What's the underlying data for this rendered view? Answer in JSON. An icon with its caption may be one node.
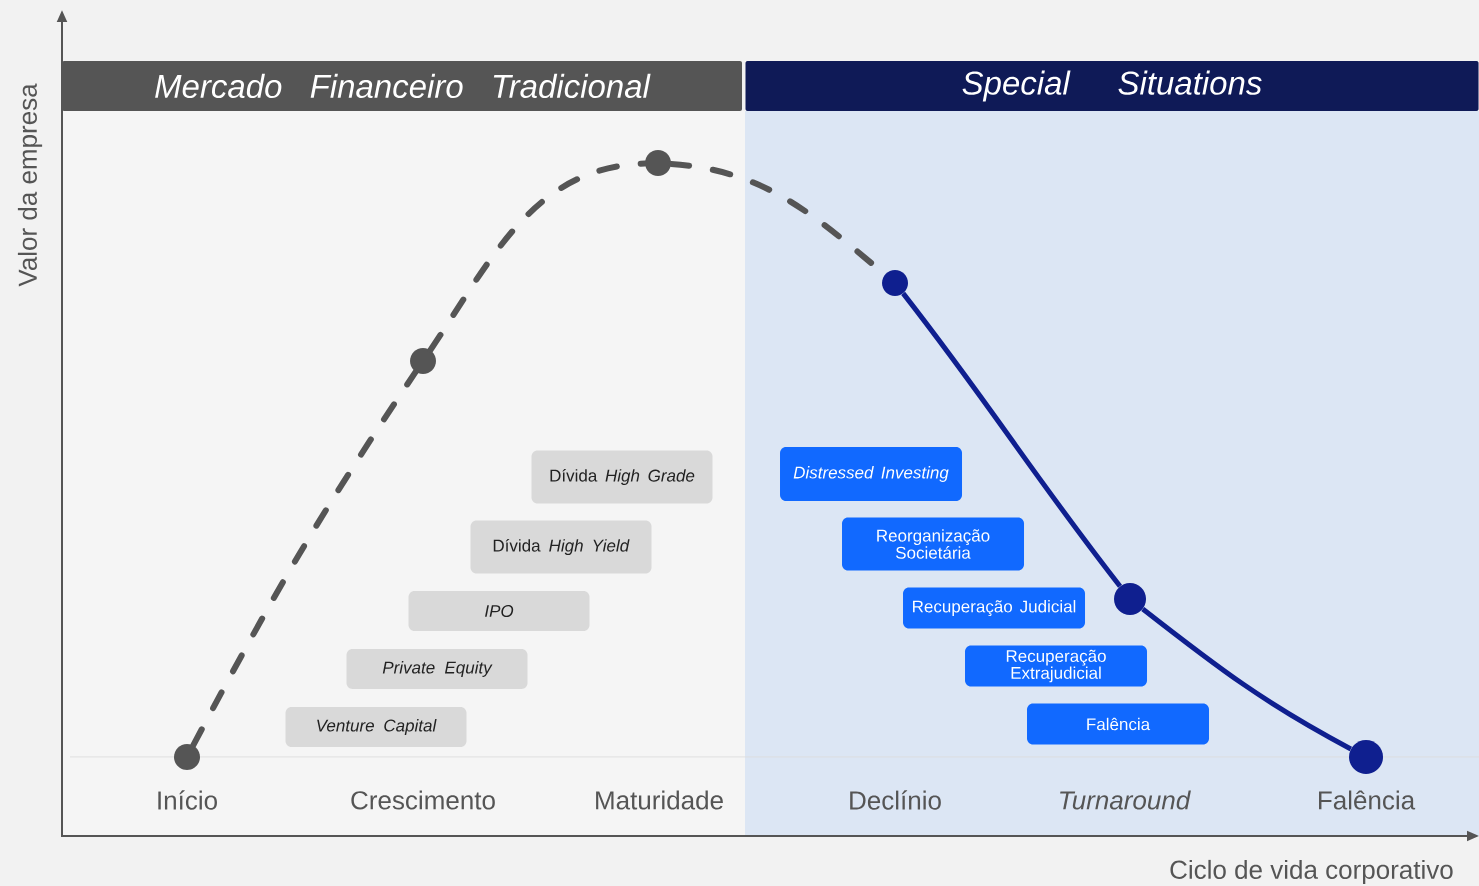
{
  "diagram": {
    "nodes": [
      {
        "text": [
          "Mercado Financeiro Tradicional"
        ]
      },
      {
        "text": [
          "Special Situations"
        ]
      },
      {
        "text": [
          "Dívida *High Grade*"
        ]
      },
      {
        "text": [
          "Dívida *High Yield*"
        ]
      },
      {
        "text": [
          "IPO"
        ]
      },
      {
        "text": [
          "Private Equity"
        ]
      },
      {
        "text": [
          "Venture Capital"
        ]
      },
      {
        "text": [
          "Distressed Investing"
        ]
      },
      {
        "text": [
          "Reorganização Societária"
        ]
      },
      {
        "text": [
          "Recuperação Judicial"
        ]
      },
      {
        "text": [
          "Recuperação Extrajudicial"
        ]
      },
      {
        "text": [
          "Falência"
        ]
      },
      {
        "text": [],
        "shape": "circle"
      },
      {
        "text": [],
        "shape": "circle"
      },
      {
        "text": [],
        "shape": "circle"
      },
      {
        "text": [],
        "shape": "circle"
      },
      {
        "text": [],
        "shape": "circle"
      },
      {
        "text": [],
        "shape": "circle"
      }
    ],
    "edges": [
      {
        "from": 12,
        "to": 13,
        "arrow": "none",
        "style": "dashed"
      },
      {
        "from": 13,
        "to": 14,
        "arrow": "none",
        "style": "dashed"
      },
      {
        "from": 14,
        "to": 15,
        "arrow": "none",
        "style": "dashed"
      },
      {
        "from": 15,
        "to": 16,
        "arrow": "none",
        "color": "#0f1f8f"
      },
      {
        "from": 16,
        "to": 17,
        "arrow": "none",
        "color": "#0f1f8f"
      }
    ],
    "labels": [
      "Valor da empresa",
      "Início",
      "Crescimento",
      "Maturidade",
      "Declínio",
      "Turnaround",
      "Falência",
      "Ciclo de vida corporativo"
    ]
  }
}
